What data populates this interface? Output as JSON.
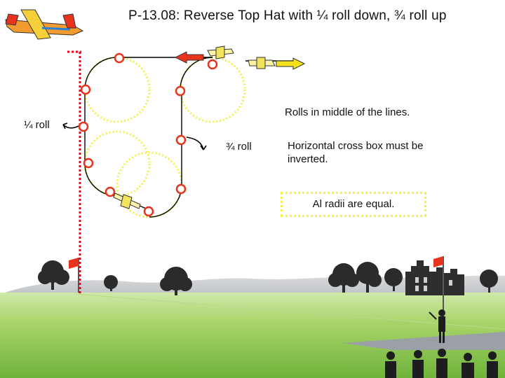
{
  "title": "P-13.08: Reverse Top Hat with ¼  roll down, ¾  roll up",
  "labels": {
    "quarter_roll": "¼  roll",
    "three_quarter_roll": "¾  roll",
    "rolls_note": "Rolls in middle of the lines.",
    "cross_box_note": "Horizontal cross box must be inverted.",
    "radii_note": "Al radii are equal."
  },
  "colors": {
    "path": "#000000",
    "loop_guide": "#f2f24a",
    "marker": "#e8341c",
    "box_line": "#e8001c",
    "arrow_left": "#e8341c",
    "arrow_right": "#f5e21a",
    "sky": "#ffffff",
    "grass": "#8cc63f",
    "runway": "#9aa0a6"
  },
  "icons": [
    "airplane-logo-icon",
    "red-arrow-left-icon",
    "yellow-arrow-right-icon",
    "airplane-icon",
    "flag-icon",
    "tree-icon",
    "castle-icon",
    "pilot-icon",
    "judge-icon"
  ]
}
